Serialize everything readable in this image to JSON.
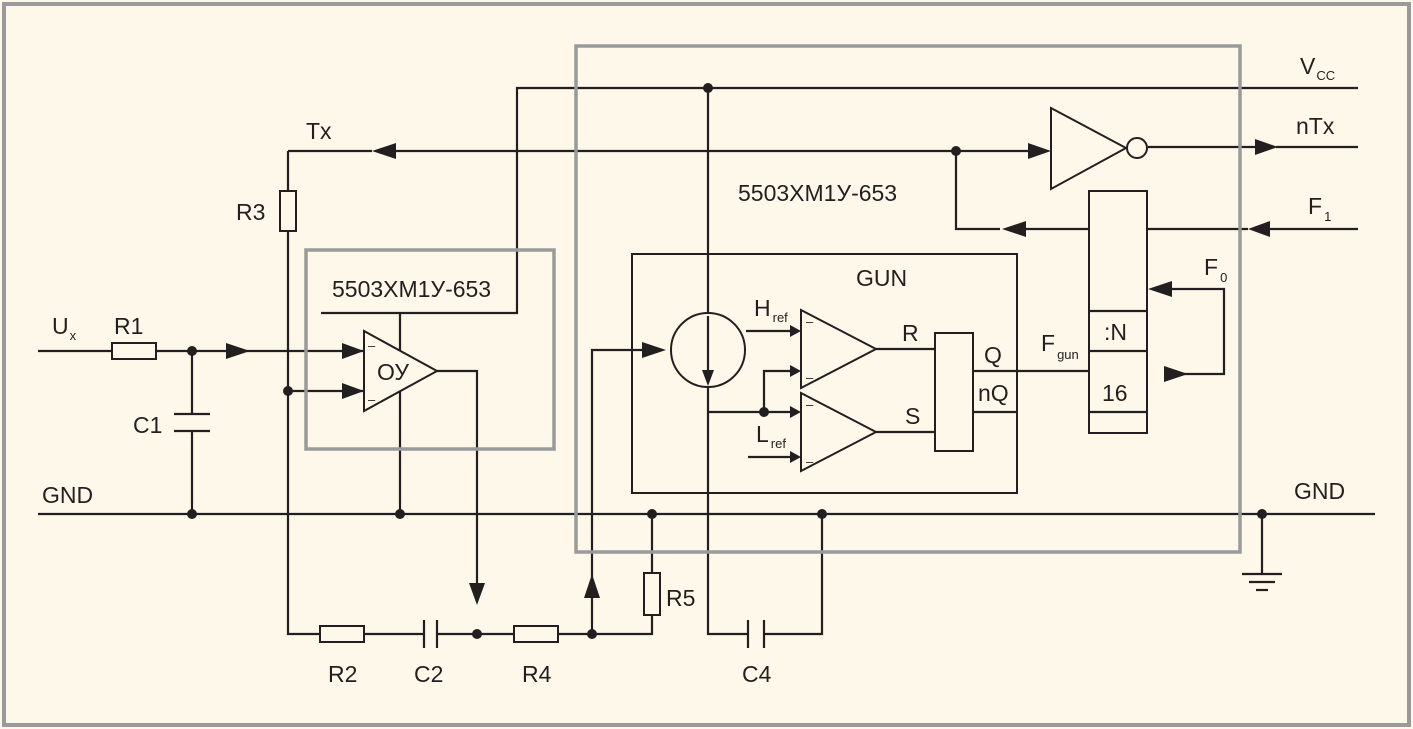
{
  "colors": {
    "background": "#fdf8ea",
    "frame": "#9a9a9a",
    "ink": "#231f20",
    "chip_outline": "#9a9a9a"
  },
  "chips": {
    "main_chip_label": "5503ХМ1У-653",
    "opamp_chip_label": "5503ХМ1У-653",
    "opamp_label": "ОУ",
    "gun_label": "GUN",
    "divider_label": ":N",
    "divider_value": "16"
  },
  "signals": {
    "ux_main": "U",
    "ux_sub": "x",
    "tx": "Tx",
    "vcc_main": "V",
    "vcc_sub": "CC",
    "ntx": "nTx",
    "f1_main": "F",
    "f1_sub": "1",
    "f0_main": "F",
    "f0_sub": "0",
    "fgun_main": "F",
    "fgun_sub": "gun",
    "href_main": "H",
    "href_sub": "ref",
    "lref_main": "L",
    "lref_sub": "ref",
    "gnd_left": "GND",
    "gnd_right": "GND"
  },
  "pins": {
    "r": "R",
    "s": "S",
    "q": "Q",
    "nq": "nQ",
    "minus": "–"
  },
  "components": {
    "r1": "R1",
    "r2": "R2",
    "r3": "R3",
    "r4": "R4",
    "r5": "R5",
    "c1": "C1",
    "c2": "C2",
    "c4": "C4"
  }
}
